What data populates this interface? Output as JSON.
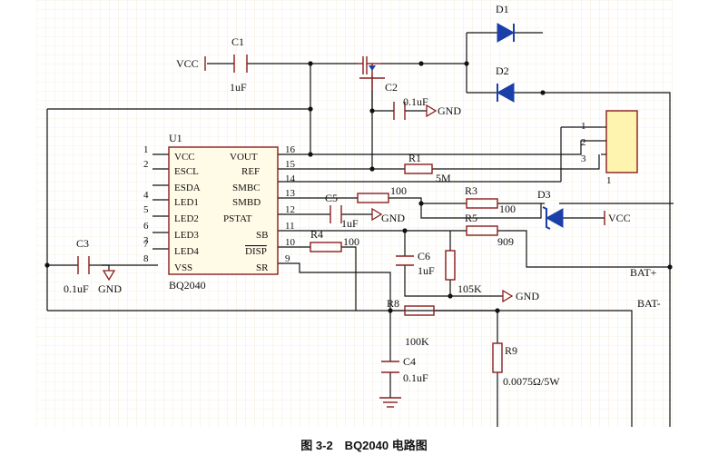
{
  "caption": "图 3-2　BQ2040 电路图",
  "ic": {
    "ref": "U1",
    "name": "BQ2040",
    "left_pins": [
      {
        "num": "1",
        "name": "VCC"
      },
      {
        "num": "2",
        "name": "ESCL"
      },
      {
        "num": "4",
        "name": "ESDA"
      },
      {
        "num": "5",
        "name": "LED1"
      },
      {
        "num": "6",
        "name": "LED2"
      },
      {
        "num": "3",
        "name": "LED3"
      },
      {
        "num": "7",
        "name": "LED4"
      },
      {
        "num": "8",
        "name": "VSS"
      }
    ],
    "right_pins": [
      {
        "num": "16",
        "name": "VOUT"
      },
      {
        "num": "15",
        "name": "REF"
      },
      {
        "num": "14",
        "name": "SMBC"
      },
      {
        "num": "13",
        "name": "SMBD"
      },
      {
        "num": "12",
        "name": "PSTAT"
      },
      {
        "num": "11",
        "name": "SB"
      },
      {
        "num": "10",
        "name": "DISP"
      },
      {
        "num": "9",
        "name": "SR"
      }
    ]
  },
  "components": {
    "c1": {
      "ref": "C1",
      "value": "1uF"
    },
    "c2": {
      "ref": "C2",
      "value": "0.1uF"
    },
    "c3": {
      "ref": "C3",
      "value": "0.1uF"
    },
    "c4": {
      "ref": "C4",
      "value": "0.1uF"
    },
    "c5": {
      "ref": "C5",
      "value": "1uF"
    },
    "c6": {
      "ref": "C6",
      "value": "1uF"
    },
    "r1": {
      "ref": "R1",
      "value": "5M"
    },
    "r2": {
      "value": "100"
    },
    "r3": {
      "ref": "R3",
      "value": "100"
    },
    "r4": {
      "ref": "R4",
      "value": "100"
    },
    "r5": {
      "ref": "R5",
      "value": "909"
    },
    "r6": {
      "value": "105K"
    },
    "r8": {
      "ref": "R8",
      "value": "100K"
    },
    "r9": {
      "ref": "R9",
      "value": "0.0075Ω/5W"
    },
    "d1": {
      "ref": "D1"
    },
    "d2": {
      "ref": "D2"
    },
    "d3": {
      "ref": "D3"
    },
    "connector": {
      "pins": [
        "1",
        "2",
        "3"
      ],
      "ref": "1"
    }
  },
  "nets": {
    "vcc": "VCC",
    "gnd": "GND",
    "bat_plus": "BAT+",
    "bat_minus": "BAT-"
  }
}
